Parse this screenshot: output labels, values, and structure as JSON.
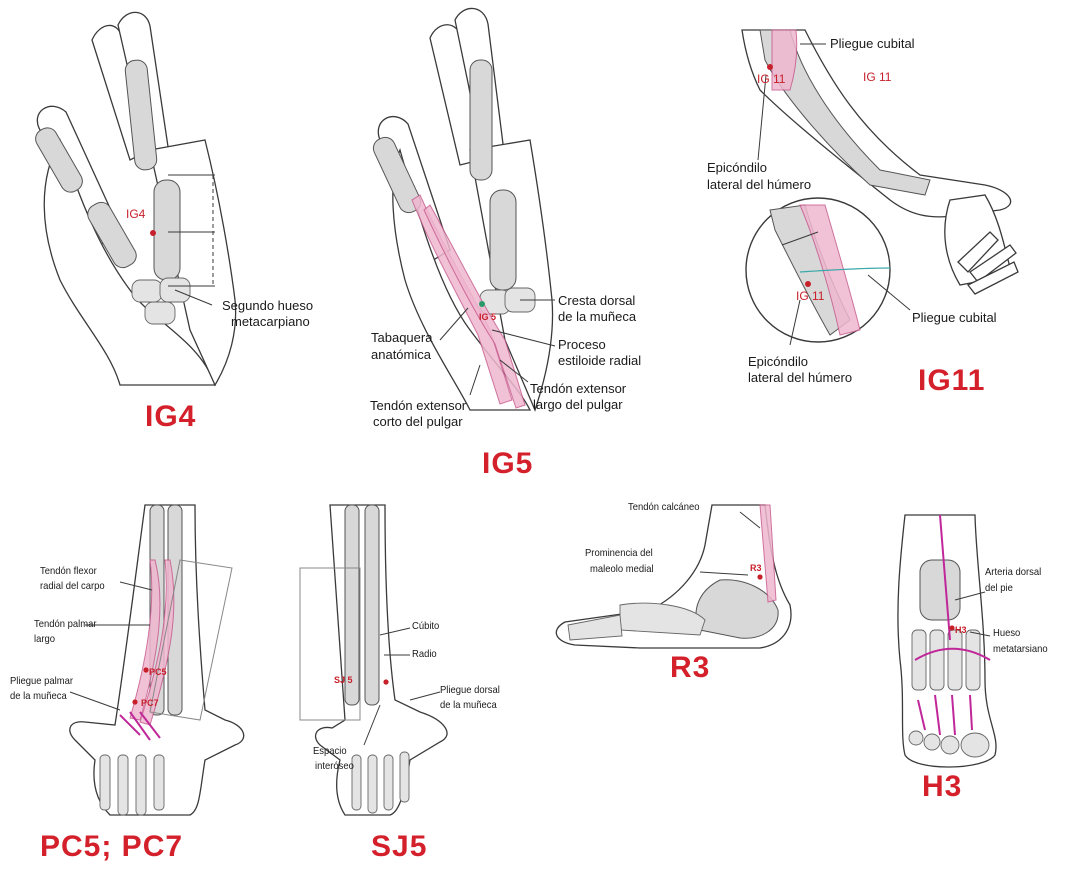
{
  "panels": {
    "ig4": {
      "title": "IG4",
      "point": "IG4",
      "labels": [
        "Segundo hueso",
        "metacarpiano"
      ]
    },
    "ig5": {
      "title": "IG5",
      "point": "IG 5",
      "labels": {
        "tabaquera": [
          "Tabaquera",
          "anatómica"
        ],
        "cresta": [
          "Cresta dorsal",
          "de la muñeca"
        ],
        "proceso": [
          "Proceso",
          "estiloide radial"
        ],
        "tendon_largo": [
          "Tendón extensor",
          "largo del pulgar"
        ],
        "tendon_corto": [
          "Tendón extensor",
          "corto del pulgar"
        ]
      }
    },
    "ig11": {
      "title": "IG11",
      "point_top": "IG 11",
      "point_top_right": "IG 11",
      "point_circle": "IG 11",
      "labels": {
        "pliegue_top": "Pliegue cubital",
        "epicondilo_top": [
          "Epicóndilo",
          "lateral del húmero"
        ],
        "pliegue_circle": "Pliegue cubital",
        "epicondilo_circle": [
          "Epicóndilo",
          "lateral del húmero"
        ]
      }
    },
    "pc": {
      "title": "PC5; PC7",
      "point_pc5": "PC5",
      "point_pc7": "PC7",
      "labels": {
        "flexor": [
          "Tendón flexor",
          "radial del carpo"
        ],
        "palmar": [
          "Tendón palmar",
          "largo"
        ],
        "pliegue": [
          "Pliegue palmar",
          "de la muñeca"
        ]
      }
    },
    "sj5": {
      "title": "SJ5",
      "point": "SJ 5",
      "labels": {
        "cubito": "Cúbito",
        "radio": "Radio",
        "pliegue": [
          "Pliegue dorsal",
          "de la muñeca"
        ],
        "espacio": [
          "Espacio",
          "interóseo"
        ]
      }
    },
    "r3": {
      "title": "R3",
      "point": "R3",
      "labels": {
        "tendon": "Tendón calcáneo",
        "prominencia": [
          "Prominencia del",
          "maleolo medial"
        ]
      }
    },
    "h3": {
      "title": "H3",
      "point": "H3",
      "labels": {
        "arteria": [
          "Arteria dorsal",
          "del pie"
        ],
        "hueso": [
          "Hueso",
          "metatarsiano"
        ]
      }
    }
  },
  "colors": {
    "title_red": "#d4202a",
    "point_red": "#c8202b",
    "tendon_pink": "#e9a9c4",
    "magenta": "#c0289a",
    "bone": "#d6d6d6",
    "outline": "#3a3a3a"
  }
}
